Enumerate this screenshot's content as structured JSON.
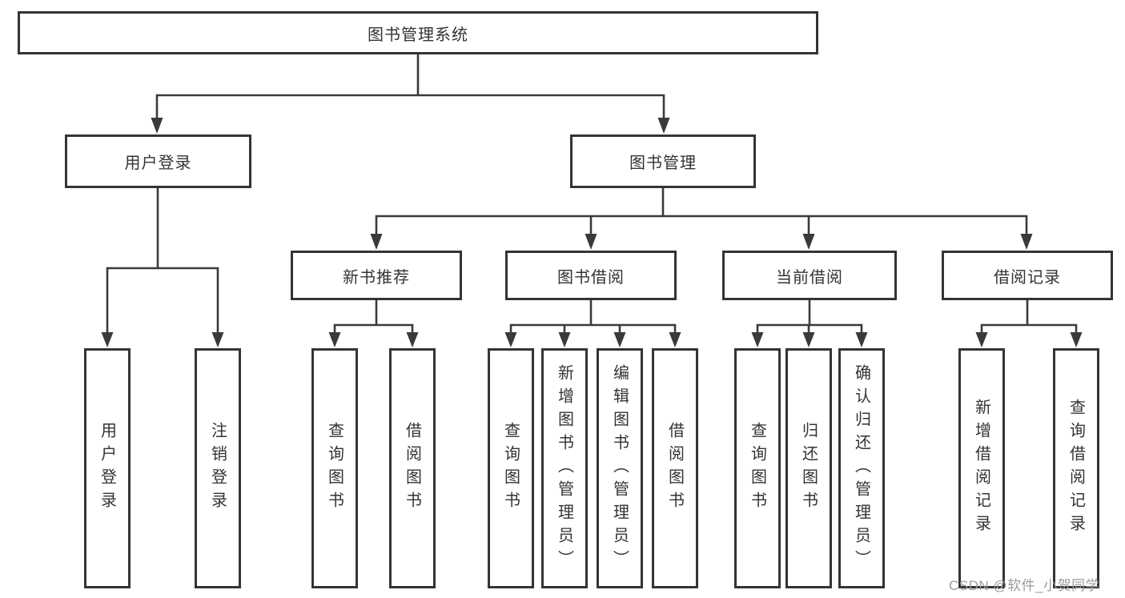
{
  "tree": {
    "root": {
      "label": "图书管理系统"
    },
    "branches": [
      {
        "label": "用户登录",
        "leaves": [
          {
            "label": "用户登录"
          },
          {
            "label": "注销登录"
          }
        ]
      },
      {
        "label": "图书管理",
        "groups": [
          {
            "label": "新书推荐",
            "leaves": [
              {
                "label": "查询图书"
              },
              {
                "label": "借阅图书"
              }
            ]
          },
          {
            "label": "图书借阅",
            "leaves": [
              {
                "label": "查询图书"
              },
              {
                "label": "新增图书（管理员）"
              },
              {
                "label": "编辑图书（管理员）"
              },
              {
                "label": "借阅图书"
              }
            ]
          },
          {
            "label": "当前借阅",
            "leaves": [
              {
                "label": "查询图书"
              },
              {
                "label": "归还图书"
              },
              {
                "label": "确认归还（管理员）"
              }
            ]
          },
          {
            "label": "借阅记录",
            "leaves": [
              {
                "label": "新增借阅记录"
              },
              {
                "label": "查询借阅记录"
              }
            ]
          }
        ]
      }
    ]
  },
  "watermark": {
    "text": "CSDN @软件_小贺同学"
  },
  "colors": {
    "line": "#3a3a3a",
    "border": "#343434",
    "text": "#333333",
    "watermark": "#9b9b9b",
    "background": "#ffffff"
  }
}
